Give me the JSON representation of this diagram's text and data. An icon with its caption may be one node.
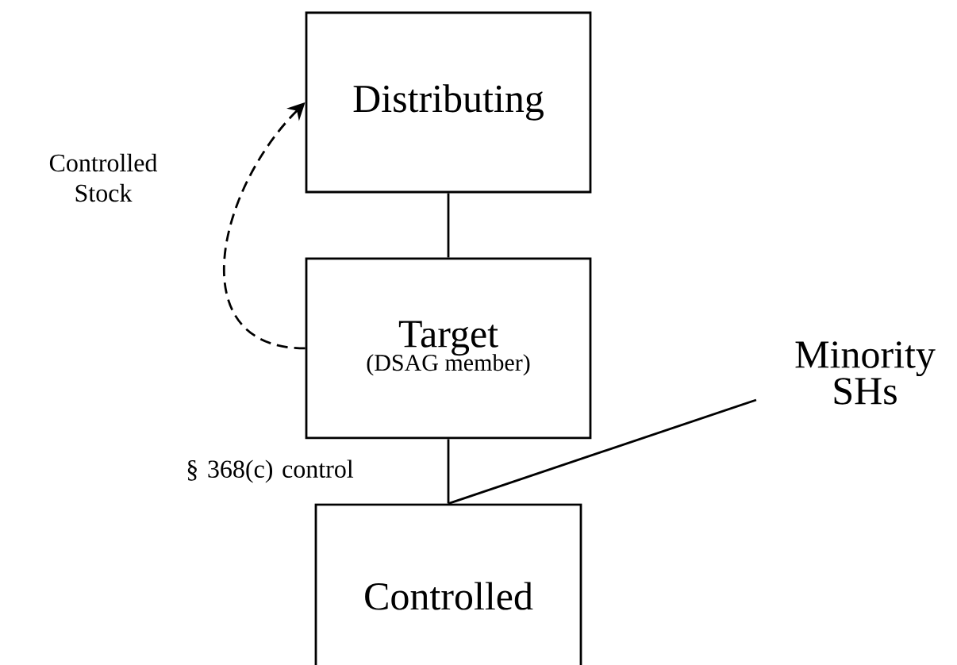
{
  "diagram": {
    "nodes": [
      {
        "text": [
          "Distributing"
        ]
      },
      {
        "text": [
          "Target",
          "(DSAG member)"
        ]
      },
      {
        "text": [
          "Controlled"
        ]
      },
      {
        "text": [
          "Minority SHs"
        ]
      }
    ],
    "edges": [
      {
        "from": 0,
        "to": 1,
        "arrow": "none"
      },
      {
        "from": 1,
        "to": 2,
        "arrow": "none",
        "label": "§ 368(c) control"
      },
      {
        "from": 3,
        "to": 2,
        "arrow": "none"
      },
      {
        "from": 1,
        "to": 0,
        "arrow": "to",
        "style": "dashed",
        "label": "Controlled Stock"
      }
    ]
  }
}
